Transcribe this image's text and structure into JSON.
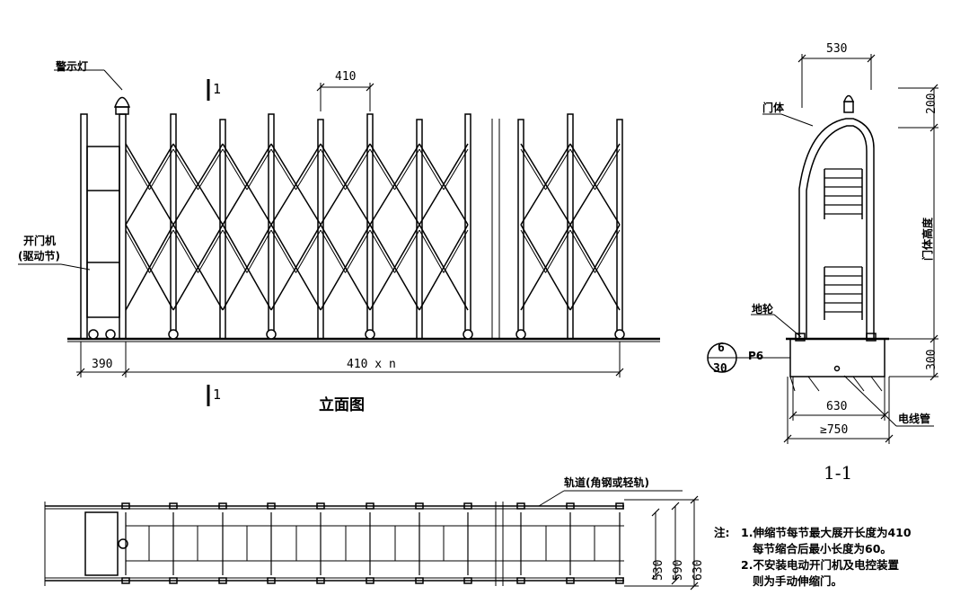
{
  "elevation": {
    "title": "立面图",
    "warning_light": "警示灯",
    "opener_line1": "开门机",
    "opener_line2": "(驱动节)",
    "section_mark": "1",
    "dim_pitch": "410",
    "dim_drive": "390",
    "dim_span": "410 x n"
  },
  "section": {
    "title": "1-1",
    "gate_body": "门体",
    "ground_wheel": "地轮",
    "detail_num": "6",
    "detail_sheet": "30",
    "detail_ref": "P6",
    "cable_conduit": "电线管",
    "gate_height": "门体高度",
    "dim_530": "530",
    "dim_200": "200",
    "dim_300": "300",
    "dim_630": "630",
    "dim_750": "≥750"
  },
  "plan": {
    "track": "轨道(角钢或轻轨)",
    "dim_530": "530",
    "dim_590": "590",
    "dim_630": "630"
  },
  "notes": {
    "head": "注:",
    "line1": "1.伸缩节每节最大展开长度为410",
    "line2": "每节缩合后最小长度为60。",
    "line3": "2.不安装电动开门机及电控装置",
    "line4": "则为手动伸缩门。"
  }
}
